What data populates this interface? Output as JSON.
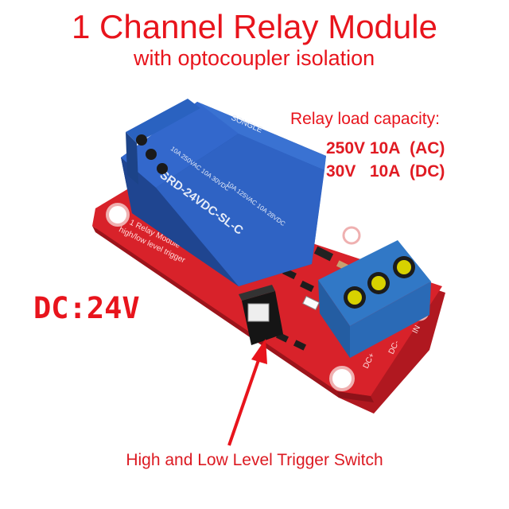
{
  "heading": {
    "title": "1 Channel Relay Module",
    "subtitle": "with optocoupler isolation"
  },
  "capacity": {
    "title": "Relay load capacity:",
    "ac": "250V 10A  (AC)",
    "dc": "30V   10A  (DC)"
  },
  "voltage_label": "DC:24V",
  "switch_label": "High and Low Level Trigger Switch",
  "relay": {
    "brand": "SONGLE",
    "model": "SRD-24VDC-SL-C",
    "rating_left": "10A 250VAC 10A 30VDC",
    "rating_right": "10A 125VAC 10A 28VDC"
  },
  "board_silkscreen": {
    "line1": "1 Relay Module",
    "line2": "high/low level trigger"
  },
  "terminal_labels": [
    "DC+",
    "DC-",
    "IN"
  ],
  "colors": {
    "text_red": "#e8141c",
    "pcb_red": "#d8222a",
    "relay_blue": "#2f63c4",
    "terminal_blue": "#3178c6",
    "screw_yellow": "#d8d200"
  }
}
